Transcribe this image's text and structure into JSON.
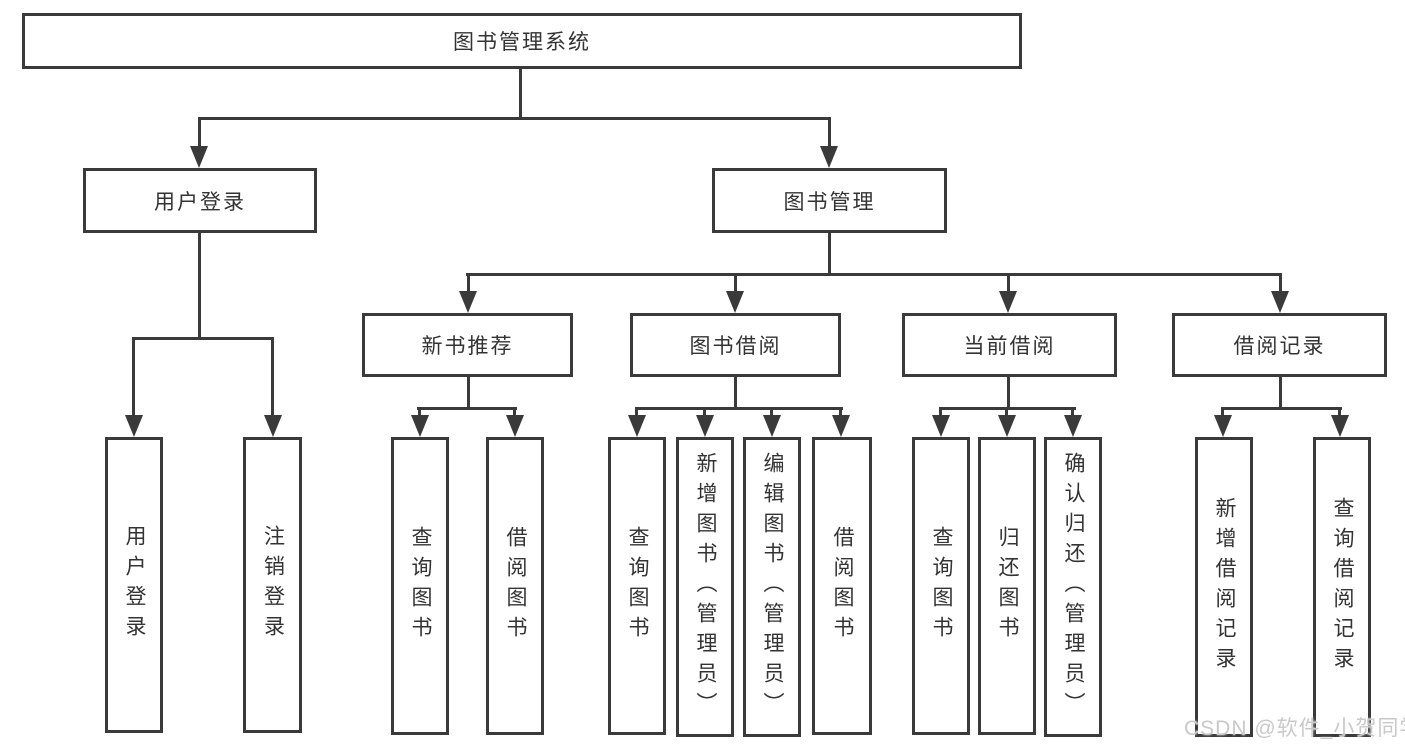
{
  "tree": {
    "label": "图书管理系统",
    "children": [
      {
        "label": "用户登录",
        "children": [
          {
            "label": "用户登录"
          },
          {
            "label": "注销登录"
          }
        ]
      },
      {
        "label": "图书管理",
        "children": [
          {
            "label": "新书推荐",
            "children": [
              {
                "label": "查询图书"
              },
              {
                "label": "借阅图书"
              }
            ]
          },
          {
            "label": "图书借阅",
            "children": [
              {
                "label": "查询图书"
              },
              {
                "label": "新增图书（管理员）"
              },
              {
                "label": "编辑图书（管理员）"
              },
              {
                "label": "借阅图书"
              }
            ]
          },
          {
            "label": "当前借阅",
            "children": [
              {
                "label": "查询图书"
              },
              {
                "label": "归还图书"
              },
              {
                "label": "确认归还（管理员）"
              }
            ]
          },
          {
            "label": "借阅记录",
            "children": [
              {
                "label": "新增借阅记录"
              },
              {
                "label": "查询借阅记录"
              }
            ]
          }
        ]
      }
    ]
  },
  "watermark": {
    "text": "CSDN @软件_小贺同学"
  },
  "colors": {
    "line": "#3a3a3a",
    "text": "#333333",
    "watermark": "#c9c9c9",
    "background": "#ffffff"
  }
}
